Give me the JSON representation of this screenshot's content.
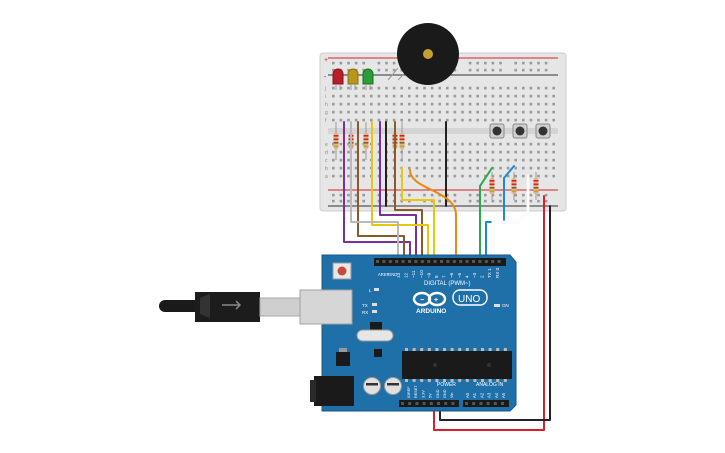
{
  "board": {
    "brand": "ARDUINO",
    "model": "UNO",
    "digital_header": "DIGITAL (PWM~)",
    "power_header": "POWER",
    "analog_header": "ANALOG IN",
    "on_label": "ON",
    "tx_label": "TX",
    "rx_label": "RX",
    "l_label": "L",
    "aref": "AREF",
    "gnd": "GND",
    "digital_pins": [
      "13",
      "12",
      "~11",
      "~10",
      "~9",
      "8",
      "7",
      "~6",
      "~5",
      "4",
      "~3",
      "2",
      "TX 1",
      "RX 0"
    ],
    "power_pins": [
      "IOREF",
      "RESET",
      "3.3V",
      "5V",
      "GND",
      "GND",
      "Vin"
    ],
    "analog_pins": [
      "A0",
      "A1",
      "A2",
      "A3",
      "A4",
      "A5"
    ]
  },
  "breadboard": {
    "row_letters": [
      "j",
      "i",
      "h",
      "g",
      "f",
      "e",
      "d",
      "c",
      "b",
      "a"
    ],
    "plus_label": "+",
    "minus_label": "-"
  },
  "colors": {
    "board_blue": "#1f6fa8",
    "breadboard": "#e9e9e9",
    "led_red": "#c8202a",
    "led_yellow": "#c9a31a",
    "led_green": "#2fa33a",
    "wire_purple": "#7a2fa0",
    "wire_brown": "#8a5a2b",
    "wire_yellow": "#e8c80c",
    "wire_orange": "#e88a10",
    "wire_green": "#2aa84a",
    "wire_blue": "#1e88d0",
    "wire_white": "#f4f4f4",
    "wire_red": "#d8202a",
    "wire_black": "#222222"
  },
  "icons": [
    "usb-cable-icon",
    "buzzer-icon",
    "pushbutton-icon",
    "resistor-icon",
    "led-icon",
    "infinity-logo-icon"
  ]
}
